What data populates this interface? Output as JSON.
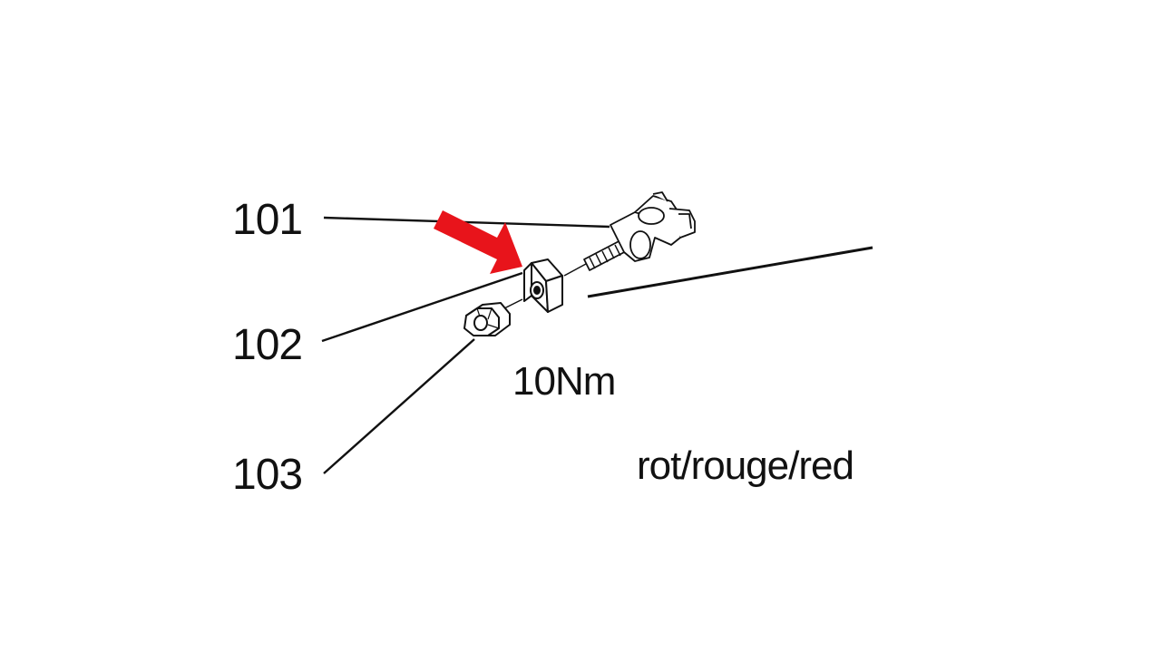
{
  "callouts": [
    {
      "id": "101",
      "part": "battery-terminal-clamp"
    },
    {
      "id": "102",
      "part": "square-nut"
    },
    {
      "id": "103",
      "part": "hex-nut"
    }
  ],
  "torque": "10Nm",
  "wire_color": "rot/rouge/red",
  "colors": {
    "arrow": "#e8141b",
    "line": "#111111",
    "background": "#ffffff"
  }
}
